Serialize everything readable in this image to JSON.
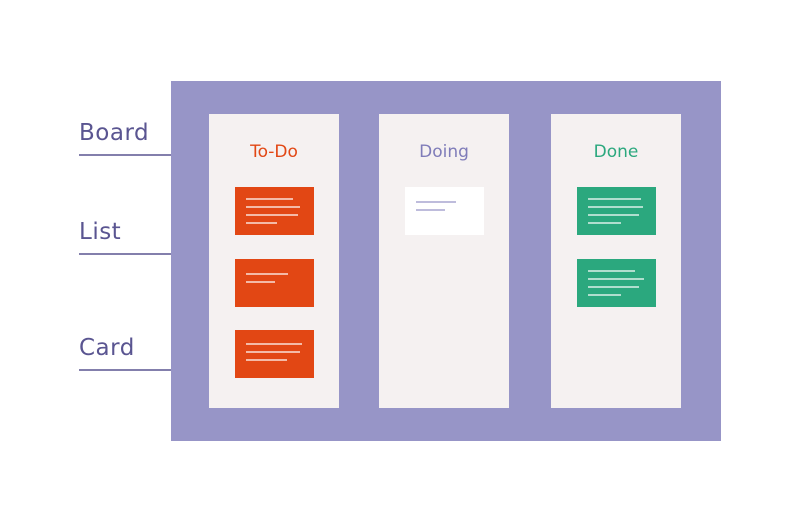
{
  "labels": {
    "board": "Board",
    "list": "List",
    "card": "Card"
  },
  "colors": {
    "board_bg": "#9795c7",
    "list_bg": "#f5f1f1",
    "label_text": "#5a5591",
    "todo": "#e24714",
    "doing": "#7f7cb9",
    "done": "#2ba87e",
    "doing_card": "#ffffff"
  },
  "lists": [
    {
      "title": "To-Do",
      "color": "#e24714",
      "card_count": 3
    },
    {
      "title": "Doing",
      "color": "#7f7cb9",
      "card_count": 1
    },
    {
      "title": "Done",
      "color": "#2ba87e",
      "card_count": 2
    }
  ]
}
